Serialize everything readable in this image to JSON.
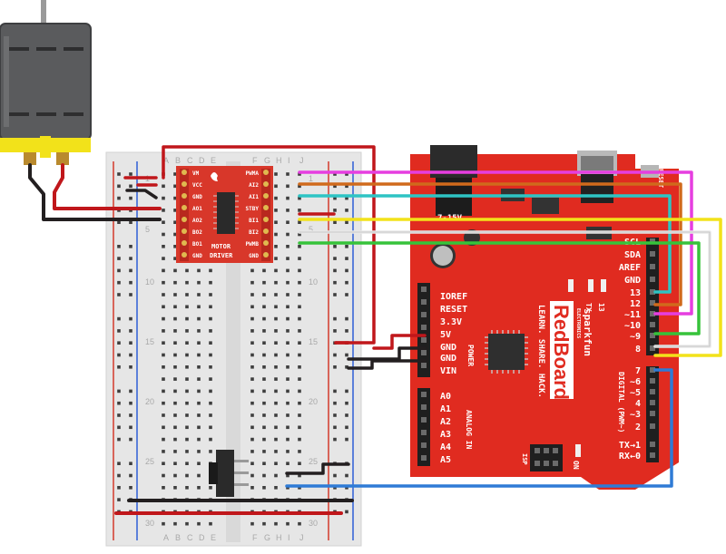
{
  "breadboard": {
    "column_letters": [
      "A",
      "B",
      "C",
      "D",
      "E",
      "F",
      "G",
      "H",
      "I",
      "J"
    ],
    "row_numbers": [
      "1",
      "5",
      "10",
      "15",
      "20",
      "25",
      "30"
    ]
  },
  "motor_driver": {
    "left_pins": [
      "VM",
      "VCC",
      "GND",
      "AO1",
      "AO2",
      "BO2",
      "BO1",
      "GND"
    ],
    "right_pins": [
      "PWMA",
      "AI2",
      "AI1",
      "STBY",
      "BI1",
      "BI2",
      "PWMB",
      "GND"
    ],
    "title_line1": "MOTOR",
    "title_line2": "DRIVER"
  },
  "redboard": {
    "barrel_label": "7-15V",
    "power_pins": [
      "IOREF",
      "RESET",
      "3.3V",
      "5V",
      "GND",
      "GND",
      "VIN"
    ],
    "power_header_label": "POWER",
    "analog_pins": [
      "A0",
      "A1",
      "A2",
      "A3",
      "A4",
      "A5"
    ],
    "analog_header_label": "ANALOG IN",
    "digital_pins": [
      "SCL",
      "SDA",
      "AREF",
      "GND",
      "13",
      "12",
      "~11",
      "~10",
      "~9",
      "8",
      "7",
      "~6",
      "~5",
      "4",
      "~3",
      "2",
      "TX→1",
      "RX←0"
    ],
    "digital_header_label": "DIGITAL (PWM~)",
    "brand_top": "sparkfun",
    "brand_sub": "ELECTRONICS",
    "brand_name": "RedBoard",
    "tagline": "LEARN. SHARE. HACK.",
    "isp_label": "ISP",
    "on_label": "ON",
    "tx_label": "TX",
    "rx_label": "RX",
    "led13_label": "13",
    "reset_label": "RESET"
  },
  "wire_colors": {
    "red": "#c0171b",
    "black": "#231f20",
    "magenta": "#e63ee0",
    "orange": "#d06a1c",
    "cyan": "#2ec4c4",
    "yellow": "#f2e21a",
    "white": "#e8e8e8",
    "green": "#36c33a",
    "blue": "#2f7bd6"
  }
}
